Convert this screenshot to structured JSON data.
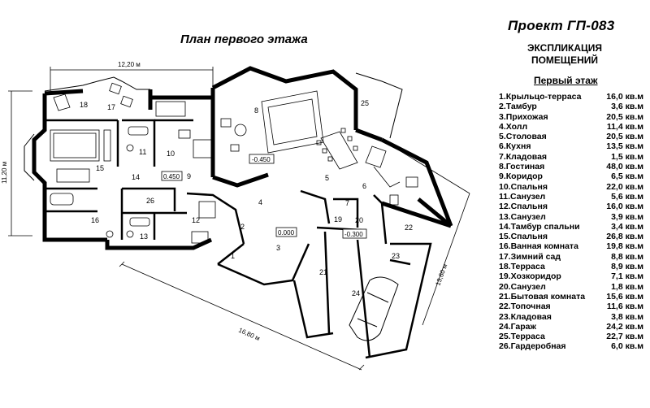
{
  "project_title": "Проект ГП-083",
  "plan_title": "План первого этажа",
  "explication": {
    "title_line1": "ЭКСПЛИКАЦИЯ",
    "title_line2": "ПОМЕЩЕНИЙ",
    "floor": "Первый этаж",
    "rooms": [
      {
        "name": "1.Крыльцо-терраса",
        "area": "16,0 кв.м"
      },
      {
        "name": "2.Тамбур",
        "area": "3,6 кв.м"
      },
      {
        "name": "3.Прихожая",
        "area": "20,5 кв.м"
      },
      {
        "name": "4.Холл",
        "area": "11,4 кв.м"
      },
      {
        "name": "5.Столовая",
        "area": "20,5 кв.м"
      },
      {
        "name": "6.Кухня",
        "area": "13,5 кв.м"
      },
      {
        "name": "7.Кладовая",
        "area": "1,5 кв.м"
      },
      {
        "name": "8.Гостиная",
        "area": "48,0 кв.м"
      },
      {
        "name": "9.Коридор",
        "area": "6,5 кв.м"
      },
      {
        "name": "10.Спальня",
        "area": "22,0 кв.м"
      },
      {
        "name": "11.Санузел",
        "area": "5,6 кв.м"
      },
      {
        "name": "12.Спальня",
        "area": "16,0 кв.м"
      },
      {
        "name": "13.Санузел",
        "area": "3,9 кв.м"
      },
      {
        "name": "14.Тамбур спальни",
        "area": "3,4 кв.м"
      },
      {
        "name": "15.Спальня",
        "area": "26,8 кв.м"
      },
      {
        "name": "16.Ванная комната",
        "area": "19,8 кв.м"
      },
      {
        "name": "17.Зимний сад",
        "area": "8,8 кв.м"
      },
      {
        "name": "18.Терраса",
        "area": "8,9 кв.м"
      },
      {
        "name": "19.Хозкоридор",
        "area": "7,1 кв.м"
      },
      {
        "name": "20.Санузел",
        "area": "1,8 кв.м"
      },
      {
        "name": "21.Бытовая комната",
        "area": "15,6 кв.м"
      },
      {
        "name": "22.Топочная",
        "area": "11,6 кв.м"
      },
      {
        "name": "23.Кладовая",
        "area": "3,8 кв.м"
      },
      {
        "name": "24.Гараж",
        "area": "24,2 кв.м"
      },
      {
        "name": "25.Терраса",
        "area": "22,7 кв.м"
      },
      {
        "name": "26.Гардеробная",
        "area": "6,0 кв.м"
      }
    ]
  },
  "dimensions": {
    "top": "12,20 м",
    "left": "11,20 м",
    "bottom": "16,80 м",
    "right": "13,60 м"
  },
  "levels": {
    "living": "-0.450",
    "bedroom_corridor": "0.450",
    "entrance": "0.000",
    "utility": "-0.300"
  },
  "room_numbers": [
    "1",
    "2",
    "3",
    "4",
    "5",
    "6",
    "7",
    "8",
    "9",
    "10",
    "11",
    "12",
    "13",
    "14",
    "15",
    "16",
    "17",
    "18",
    "19",
    "20",
    "21",
    "22",
    "23",
    "24",
    "25",
    "26"
  ]
}
